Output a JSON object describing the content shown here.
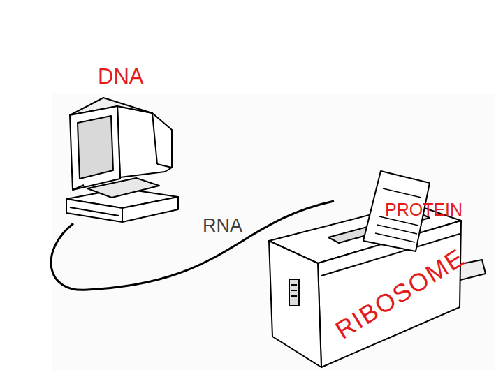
{
  "diagram": {
    "nodes": [
      {
        "text": [
          "DNA"
        ]
      },
      {
        "text": [
          "RIBOSOME"
        ]
      },
      {
        "text": [
          "PROTEIN"
        ]
      }
    ],
    "edges": [
      {
        "from": 0,
        "to": 1,
        "label": "RNA",
        "arrow": "none"
      }
    ]
  }
}
